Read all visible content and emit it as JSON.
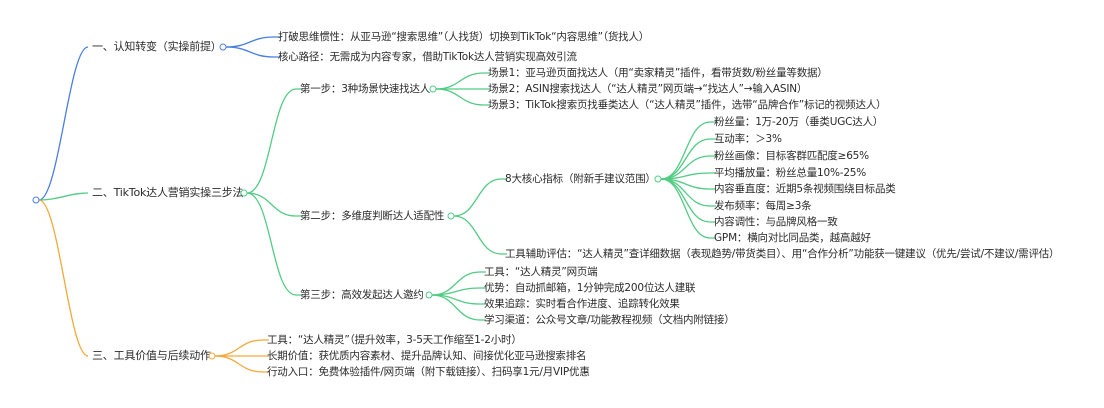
{
  "mindmap": {
    "colors": {
      "blue": "#4a7fe0",
      "green": "#52cc84",
      "orange": "#f2a93b"
    },
    "root": {
      "label": ""
    },
    "branches": [
      {
        "label": "一、认知转变（实操前提）",
        "color": "blue",
        "children": [
          {
            "label": "打破思维惯性：从亚马逊“搜索思维”（人找货）切换到TikTok“内容思维”（货找人）"
          },
          {
            "label": "核心路径：无需成为内容专家，借助TikTok达人营销实现高效引流"
          }
        ]
      },
      {
        "label": "二、TikTok达人营销实操三步法",
        "color": "green",
        "children": [
          {
            "label": "第一步：3种场景快速找达人",
            "children": [
              {
                "label": "场景1：亚马逊页面找达人（用“卖家精灵”插件，看带货数/粉丝量等数据）"
              },
              {
                "label": "场景2：ASIN搜索找达人（“达人精灵”网页端→“找达人”→输入ASIN）"
              },
              {
                "label": "场景3：TikTok搜索页找垂类达人（“达人精灵”插件，选带“品牌合作”标记的视频达人）"
              }
            ]
          },
          {
            "label": "第二步：多维度判断达人适配性",
            "children": [
              {
                "label": "8大核心指标（附新手建议范围）",
                "children": [
                  {
                    "label": "粉丝量：1万-20万（垂类UGC达人）"
                  },
                  {
                    "label": "互动率：＞3%"
                  },
                  {
                    "label": "粉丝画像：目标客群匹配度≥65%"
                  },
                  {
                    "label": "平均播放量：粉丝总量10%-25%"
                  },
                  {
                    "label": "内容垂直度：近期5条视频围绕目标品类"
                  },
                  {
                    "label": "发布频率：每周≥3条"
                  },
                  {
                    "label": "内容调性：与品牌风格一致"
                  },
                  {
                    "label": "GPM：横向对比同品类，越高越好"
                  }
                ]
              },
              {
                "label": "工具辅助评估：“达人精灵”查详细数据（表现趋势/带货类目）、用“合作分析”功能获一键建议（优先/尝试/不建议/需评估）"
              }
            ]
          },
          {
            "label": "第三步：高效发起达人邀约",
            "children": [
              {
                "label": "工具：“达人精灵”网页端"
              },
              {
                "label": "优势：自动抓邮箱，1分钟完成200位达人建联"
              },
              {
                "label": "效果追踪：实时看合作进度、追踪转化效果"
              },
              {
                "label": "学习渠道：公众号文章/功能教程视频（文档内附链接）"
              }
            ]
          }
        ]
      },
      {
        "label": "三、工具价值与后续动作",
        "color": "orange",
        "children": [
          {
            "label": "工具：“达人精灵”（提升效率，3-5天工作缩至1-2小时）"
          },
          {
            "label": "长期价值：获优质内容素材、提升品牌认知、间接优化亚马逊搜索排名"
          },
          {
            "label": "行动入口：免费体验插件/网页端（附下载链接）、扫码享1元/月VIP优惠"
          }
        ]
      }
    ]
  }
}
